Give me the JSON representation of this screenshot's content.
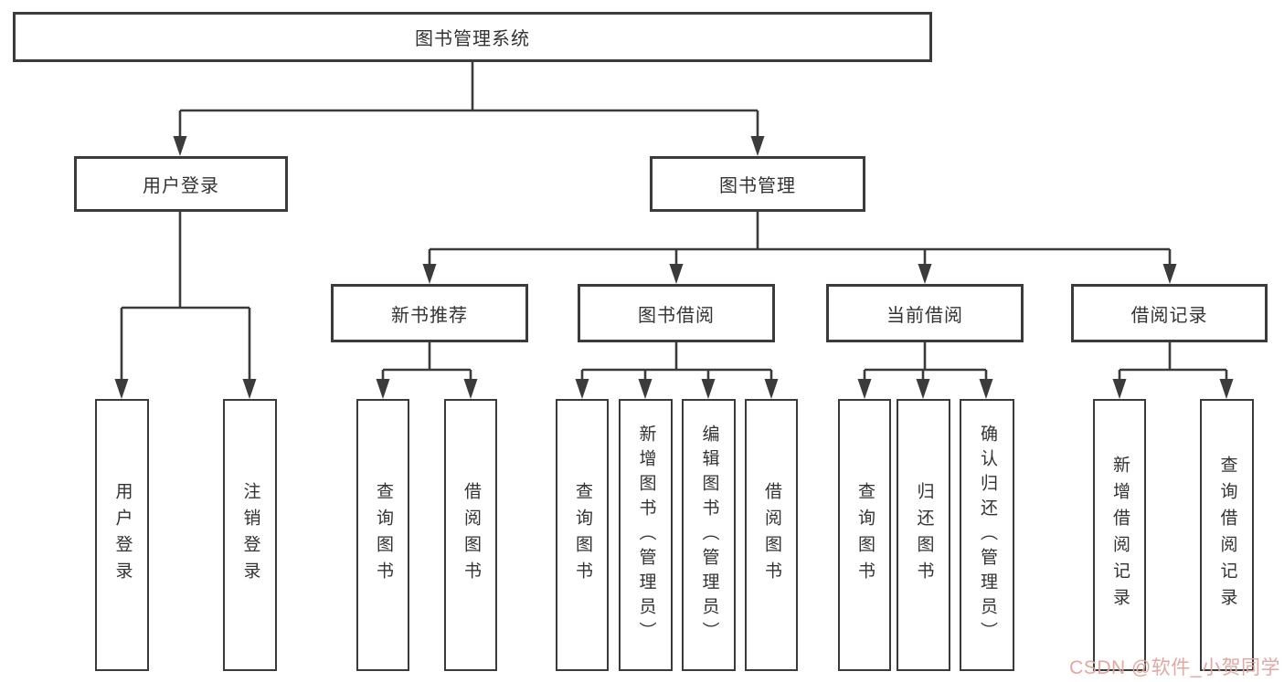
{
  "diagram": {
    "root": {
      "label": "图书管理系统"
    },
    "user_login": {
      "label": "用户登录",
      "children": [
        {
          "label": "用户登录"
        },
        {
          "label": "注销登录"
        }
      ]
    },
    "book_management": {
      "label": "图书管理",
      "children": [
        {
          "label": "新书推荐",
          "children": [
            {
              "label": "查询图书"
            },
            {
              "label": "借阅图书"
            }
          ]
        },
        {
          "label": "图书借阅",
          "children": [
            {
              "label": "查询图书"
            },
            {
              "label": "新增图书（管理员）"
            },
            {
              "label": "编辑图书（管理员）"
            },
            {
              "label": "借阅图书"
            }
          ]
        },
        {
          "label": "当前借阅",
          "children": [
            {
              "label": "查询图书"
            },
            {
              "label": "归还图书"
            },
            {
              "label": "确认归还（管理员）"
            }
          ]
        },
        {
          "label": "借阅记录",
          "children": [
            {
              "label": "新增借阅记录"
            },
            {
              "label": "查询借阅记录"
            }
          ]
        }
      ]
    }
  },
  "watermark": {
    "text": "CSDN @软件_小贺同学"
  },
  "colors": {
    "line": "#3b3b3b",
    "box_border": "#3b3b3b",
    "text": "#333333",
    "watermark": "#e0a29b",
    "background": "#ffffff"
  }
}
